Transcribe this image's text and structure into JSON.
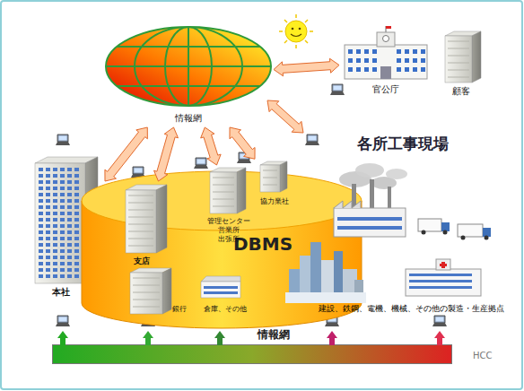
{
  "diagram": {
    "nodes": [
      {
        "text": [
          "情報網"
        ]
      },
      {
        "text": [
          "官公庁"
        ]
      },
      {
        "text": [
          "顧客"
        ]
      },
      {
        "text": [
          "本社"
        ]
      },
      {
        "text": [
          "DBMS"
        ]
      },
      {
        "text": [
          "支店"
        ],
        "in": 4
      },
      {
        "text": [
          "管理センター 営業所 出張所"
        ],
        "in": 4
      },
      {
        "text": [
          "協力業社"
        ],
        "in": 4
      },
      {
        "text": [
          "銀行"
        ],
        "in": 4
      },
      {
        "text": [
          "倉庫、その他"
        ],
        "in": 4
      },
      {
        "text": [
          "情報網"
        ]
      }
    ],
    "edges": [
      {
        "from": 0,
        "to": 3,
        "arrow": "both"
      },
      {
        "from": 0,
        "to": 5,
        "arrow": "both"
      },
      {
        "from": 0,
        "to": 6,
        "arrow": "both"
      },
      {
        "from": 0,
        "to": 7,
        "arrow": "both"
      },
      {
        "from": 0,
        "to": 1,
        "arrow": "both"
      }
    ],
    "labels": [
      "各所工事現場",
      "建設、鉄鋼、電機、機械、その他の製造・生産拠点",
      "HCC"
    ]
  }
}
